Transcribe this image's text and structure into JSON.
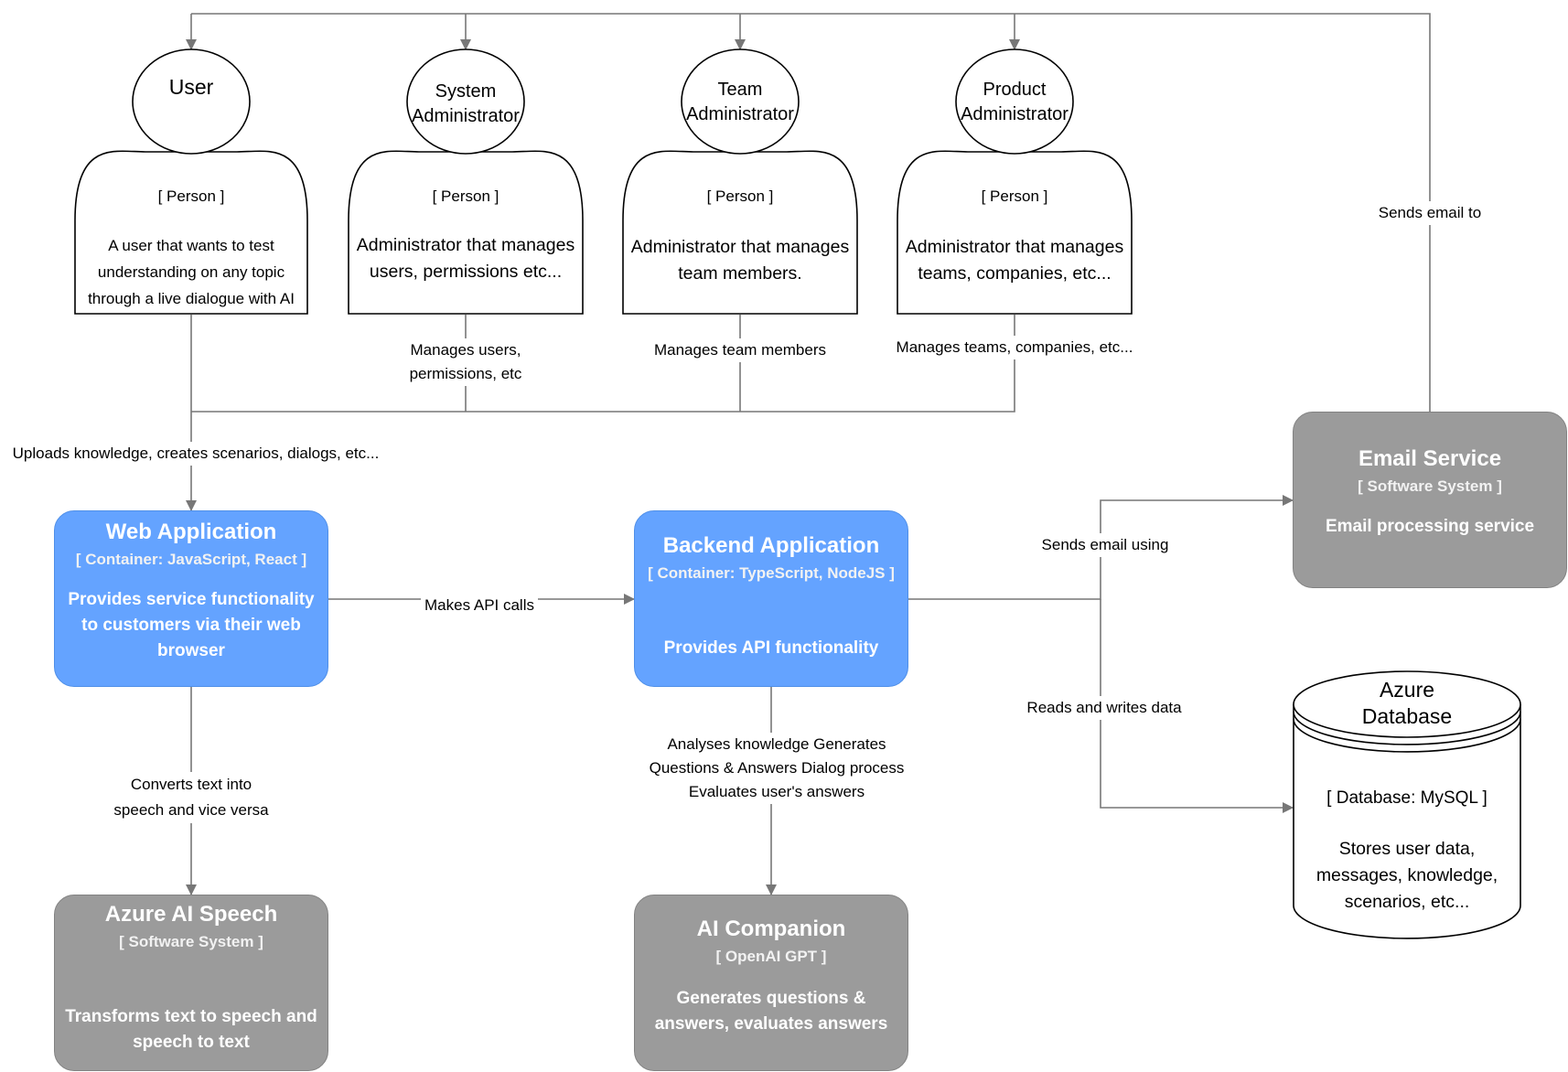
{
  "persons": [
    {
      "id": "user",
      "label": "User",
      "tag": "[ Person ]",
      "description": "A user that wants to test understanding on any topic through a live dialogue with AI"
    },
    {
      "id": "sysadmin",
      "label": "System Administrator",
      "tag": "[ Person ]",
      "description": "Administrator that manages users, permissions etc..."
    },
    {
      "id": "teamadmin",
      "label": "Team Administrator",
      "tag": "[ Person ]",
      "description": "Administrator that manages team members."
    },
    {
      "id": "prodadmin",
      "label": "Product Administrator",
      "tag": "[ Person ]",
      "description": "Administrator that manages teams, companies, etc..."
    }
  ],
  "containers": {
    "web": {
      "title": "Web Application",
      "tech": "[ Container:  JavaScript, React ]",
      "desc": "Provides service functionality to customers via their web browser"
    },
    "backend": {
      "title": "Backend Application",
      "tech": "[ Container:  TypeScript, NodeJS ]",
      "desc": "Provides API functionality"
    },
    "email": {
      "title": "Email Service",
      "tech": "[ Software System ]",
      "desc": "Email processing service"
    },
    "speech": {
      "title": "Azure AI Speech",
      "tech": "[ Software System ]",
      "desc": "Transforms text to speech and speech to text"
    },
    "ai": {
      "title": "AI Companion",
      "tech": "[ OpenAI GPT ]",
      "desc": "Generates questions & answers, evaluates answers"
    }
  },
  "database": {
    "title": "Azure Database",
    "tech": "[ Database: MySQL ]",
    "desc": "Stores user data, messages, knowledge, scenarios, etc..."
  },
  "edges": {
    "sends_email_to": "Sends email to",
    "manages_users": "Manages users, permissions, etc",
    "manages_team": "Manages team members",
    "manages_teams": "Manages teams, companies, etc...",
    "uploads": "Uploads knowledge, creates scenarios, dialogs, etc...",
    "api_calls": "Makes API calls",
    "sends_email_using": "Sends email using",
    "reads_writes": "Reads and writes data",
    "converts": "Converts text into speech and vice versa",
    "analyses": "Analyses knowledge Generates Questions & Answers Dialog process Evaluates user's answers"
  },
  "colors": {
    "container_blue": "#64a3ff",
    "system_gray": "#9b9b9b",
    "edge": "#777777"
  }
}
